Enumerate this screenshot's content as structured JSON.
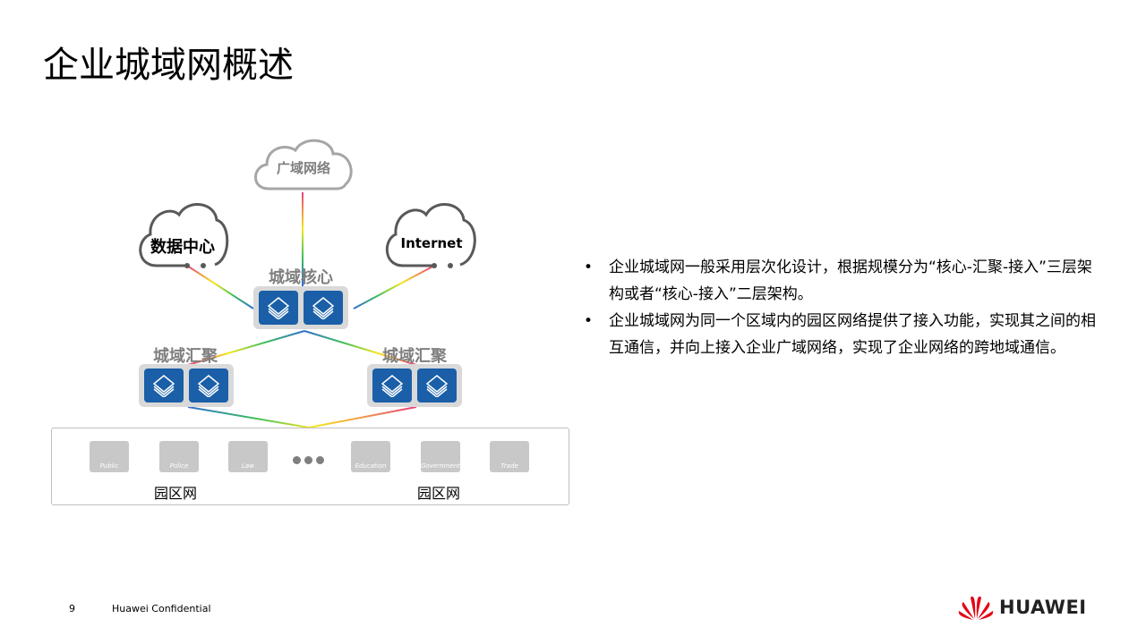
{
  "title": "企业城域网概述",
  "diagram": {
    "wan_cloud": "广域网络",
    "dc_cloud": "数据中心",
    "internet_cloud": "Internet",
    "core_label": "城域核心",
    "agg_left_label": "城域汇聚",
    "agg_right_label": "城域汇聚",
    "buildings": [
      "Public",
      "Police",
      "Law",
      "Education",
      "Government",
      "Trade"
    ],
    "campus_left": "园区网",
    "campus_right": "园区网"
  },
  "bullets": [
    "企业城域网一般采用层次化设计，根据规模分为“核心-汇聚-接入”三层架构或者“核心-接入”二层架构。",
    "企业城域网为同一个区域内的园区网络提供了接入功能，实现其之间的相互通信，并向上接入企业广域网络，实现了企业网络的跨地域通信。"
  ],
  "footer": {
    "page": "9",
    "confidential": "Huawei Confidential",
    "brand": "HUAWEI"
  },
  "colors": {
    "switch": "#1a5fa8",
    "brand_red": "#e60012"
  }
}
